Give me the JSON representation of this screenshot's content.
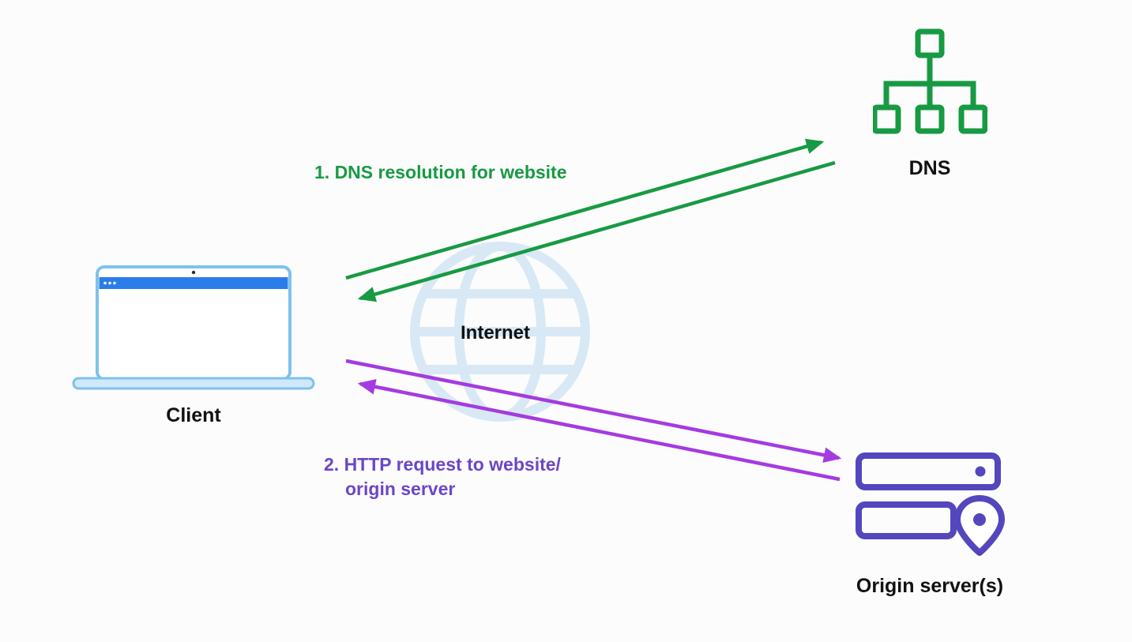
{
  "title": "Client / DNS / Origin server request-flow diagram",
  "colors": {
    "bg": "#fcfcfc",
    "ink": "#111111",
    "green": "#179a43",
    "purple_arrow": "#a43be0",
    "purple_text": "#6b46c8",
    "indigo": "#5447bd",
    "laptop_stroke": "#7ec2ec",
    "laptop_fill": "#cfe8fa",
    "titlebar": "#2b7de9",
    "globe": "#d8e9f5"
  },
  "nodes": {
    "client": {
      "label": "Client",
      "icon": "laptop-icon"
    },
    "dns": {
      "label": "DNS",
      "icon": "sitemap-icon"
    },
    "origin": {
      "label": "Origin server(s)",
      "icon": "server-location-icon"
    },
    "internet": {
      "label": "Internet",
      "icon": "globe-icon"
    }
  },
  "annotations": {
    "dns_step": "1. DNS resolution for website",
    "http_step_line1": "2. HTTP request to website/",
    "http_step_line2": "origin server"
  },
  "arrows": [
    {
      "name": "dns-query-arrow",
      "from": "client",
      "to": "dns",
      "color": "green"
    },
    {
      "name": "dns-response-arrow",
      "from": "dns",
      "to": "client",
      "color": "green"
    },
    {
      "name": "http-request-arrow",
      "from": "client",
      "to": "origin",
      "color": "purple"
    },
    {
      "name": "http-response-arrow",
      "from": "origin",
      "to": "client",
      "color": "purple"
    }
  ]
}
